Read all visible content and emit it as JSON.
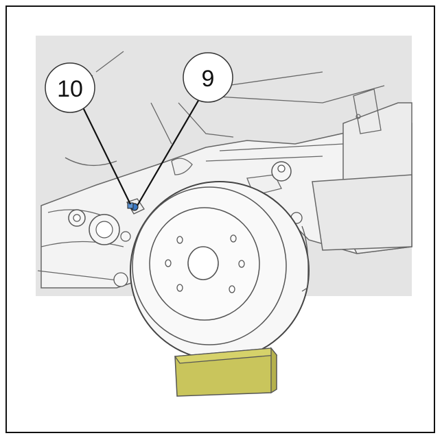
{
  "callouts": [
    {
      "label": "10",
      "target_part": "bolt"
    },
    {
      "label": "9",
      "target_part": "nut"
    }
  ],
  "colors": {
    "frame": "#111111",
    "background_panel": "#e3e3e3",
    "line_art": "#555555",
    "block": "#c8c45a",
    "block_edge": "#6b6a2a",
    "callout_fill": "#ffffff",
    "fastener_highlight": "#4a86c8"
  },
  "icons": [
    "brake-drum-icon",
    "support-block-icon"
  ]
}
